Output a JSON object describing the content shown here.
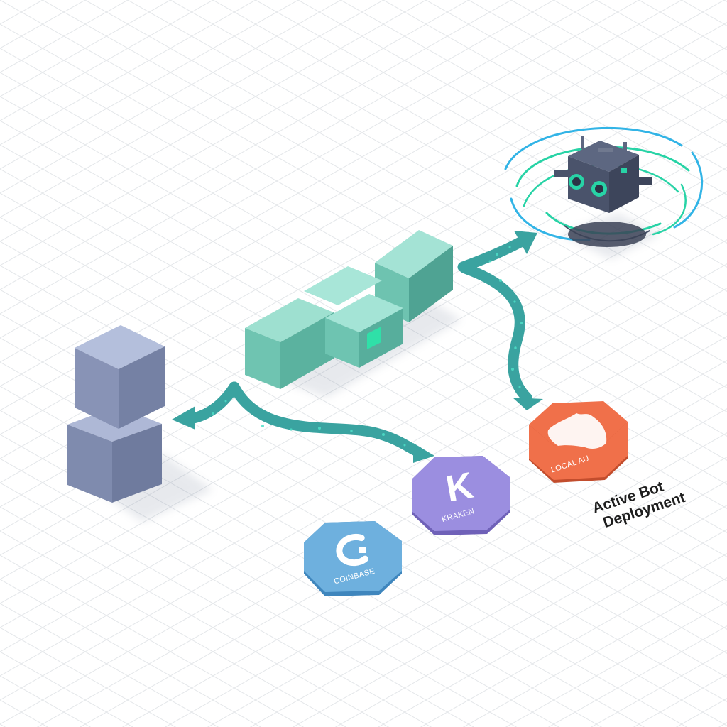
{
  "nodes": {
    "kraken": {
      "label": "KRAKEN",
      "glyph": "K"
    },
    "coinbase": {
      "label": "COINBASE"
    },
    "local_au": {
      "label": "LOCAL AU"
    }
  },
  "caption": {
    "line1": "Active Bot",
    "line2": "Deployment"
  },
  "colors": {
    "grid": "#e4e7ea",
    "teal": "#6fc6b4",
    "slate": "#8f9bbd",
    "kraken": "#9b8ee0",
    "coinbase": "#6eb0de",
    "local": "#f0704a",
    "glow": "#28d3a6",
    "ring_blue": "#32b4e6"
  },
  "icons": [
    "robot-icon",
    "kraken-logo-icon",
    "coinbase-logo-icon",
    "australia-map-icon",
    "flow-arrow-icon"
  ]
}
